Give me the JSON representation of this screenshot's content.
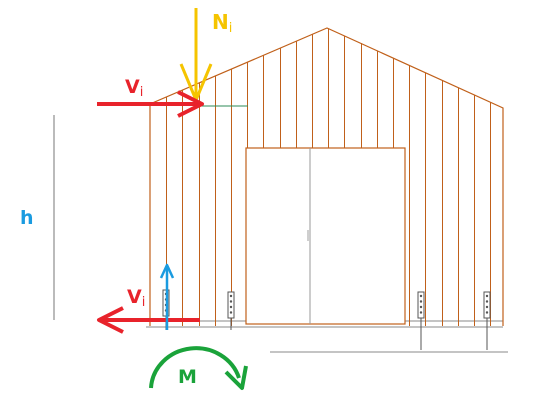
{
  "labels": {
    "normal_force": {
      "main": "N",
      "sub": "i"
    },
    "shear_top": {
      "main": "V",
      "sub": "i"
    },
    "height": "h",
    "shear_bottom": {
      "main": "V",
      "sub": "i"
    },
    "moment": "M"
  },
  "colors": {
    "wall": "#c0601a",
    "normal_force": "#f5c400",
    "shear": "#e8232b",
    "vertical_reaction": "#1a9be0",
    "height_label": "#1a9be0",
    "moment": "#1aa33a",
    "outline": "#8a8a8a",
    "anchor": "#555555"
  }
}
